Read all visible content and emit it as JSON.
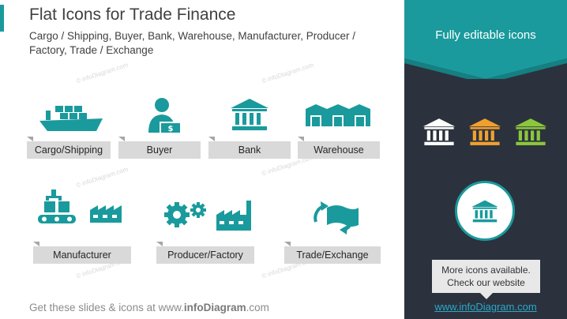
{
  "header": {
    "title": "Flat Icons for Trade Finance",
    "subtitle": "Cargo / Shipping,  Buyer, Bank, Warehouse, Manufacturer, Producer  / Factory, Trade / Exchange"
  },
  "icons": [
    {
      "label": "Cargo/Shipping",
      "icon": "ship-icon"
    },
    {
      "label": "Buyer",
      "icon": "buyer-icon"
    },
    {
      "label": "Bank",
      "icon": "bank-icon"
    },
    {
      "label": "Warehouse",
      "icon": "warehouse-icon"
    },
    {
      "label": "Manufacturer",
      "icon": "manufacturer-icon"
    },
    {
      "label": "Producer/Factory",
      "icon": "factory-icon"
    },
    {
      "label": "Trade/Exchange",
      "icon": "exchange-icon"
    }
  ],
  "watermark": "© infoDiagram.com",
  "footer": {
    "prefix": "Get these slides & icons at www.",
    "brand": "infoDiagram",
    "suffix": ".com"
  },
  "sidebar": {
    "banner_text": "Fully editable icons",
    "callout_line1": "More icons available.",
    "callout_line2": "Check our website",
    "link": "www.infoDiagram.com"
  },
  "colors": {
    "teal": "#1a9a9c",
    "dark_panel": "#2b323d",
    "white": "#ffffff",
    "orange": "#f0a030",
    "green": "#8cc63e",
    "label_gray": "#d9d9d9"
  }
}
